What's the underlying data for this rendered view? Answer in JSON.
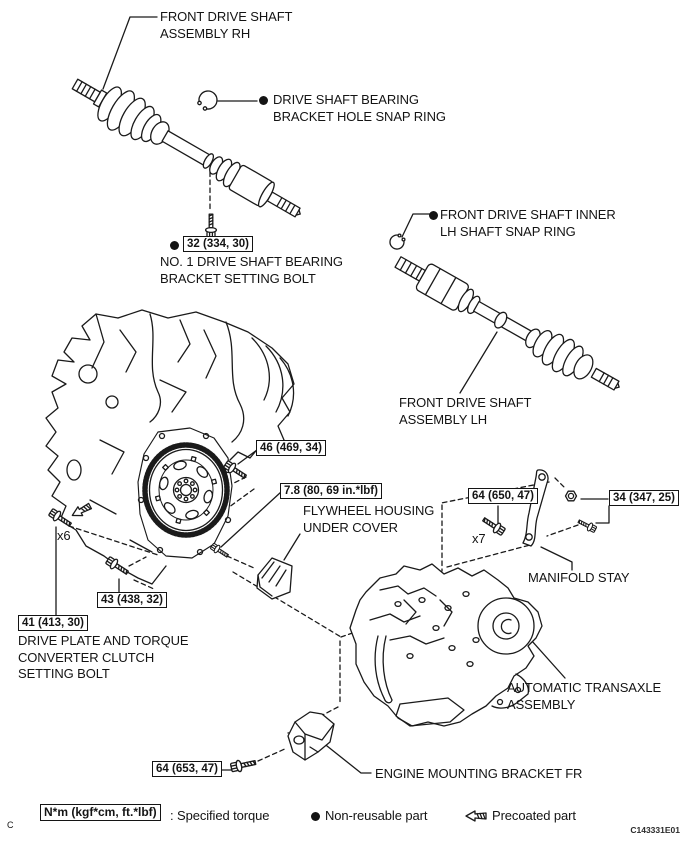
{
  "page": {
    "corner_letter": "C",
    "figure_code": "C143331E01"
  },
  "colors": {
    "line": "#1a1a1a",
    "background": "#ffffff"
  },
  "labels": {
    "front_drive_shaft_rh": "FRONT DRIVE SHAFT\nASSEMBLY RH",
    "drive_shaft_bearing_snap_ring": "DRIVE SHAFT BEARING\nBRACKET HOLE SNAP RING",
    "no1_bearing_bracket_bolt": "NO. 1 DRIVE SHAFT BEARING\nBRACKET SETTING BOLT",
    "front_drive_shaft_inner_lh_snap_ring": "FRONT DRIVE SHAFT INNER\nLH SHAFT SNAP RING",
    "front_drive_shaft_lh": "FRONT DRIVE SHAFT\nASSEMBLY LH",
    "flywheel_housing_under_cover": "FLYWHEEL HOUSING\nUNDER COVER",
    "drive_plate_and_converter_bolt": "DRIVE PLATE AND TORQUE\nCONVERTER CLUTCH\nSETTING BOLT",
    "manifold_stay": "MANIFOLD STAY",
    "automatic_transaxle": "AUTOMATIC TRANSAXLE\nASSEMBLY",
    "engine_mounting_bracket_fr": "ENGINE MOUNTING BRACKET FR",
    "qty_x6": "x6",
    "qty_x7": "x7"
  },
  "torques": {
    "bearing_bracket_bolt": "32 (334, 30)",
    "drive_plate_bolt": "46 (469, 34)",
    "under_cover_bolt": "7.8 (80, 69 in.*lbf)",
    "converter_clutch_bolt": "41 (413, 30)",
    "bolt_43": "43 (438, 32)",
    "transaxle_bolt_x7": "64 (650, 47)",
    "manifold_stay_bolt": "34 (347, 25)",
    "mounting_bracket_bolt": "64 (653, 47)"
  },
  "legend": {
    "torque_unit_box": "N*m (kgf*cm, ft.*lbf)",
    "specified_torque": ": Specified torque",
    "non_reusable": "Non-reusable part",
    "precoated": "Precoated part"
  }
}
